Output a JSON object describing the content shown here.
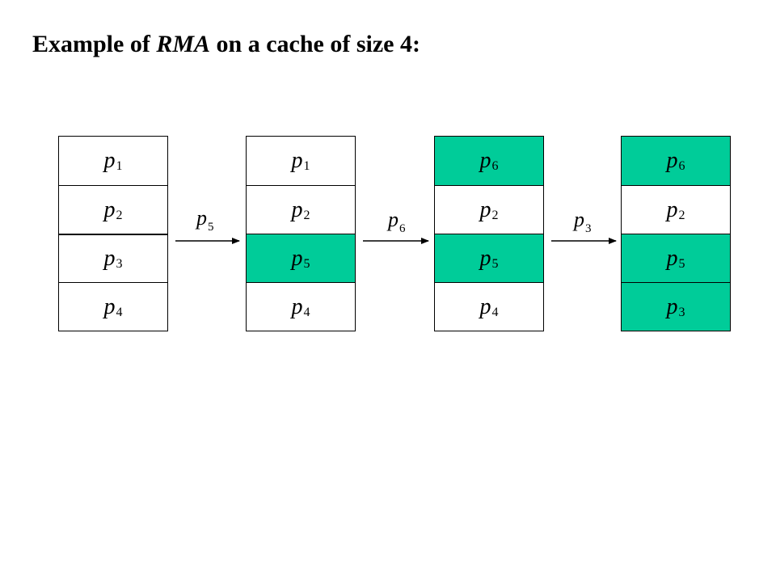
{
  "title": {
    "prefix": "Example of ",
    "algo": "RMA",
    "suffix": " on a cache of size 4:"
  },
  "colors": {
    "highlight": "#00cc99",
    "border": "#000000",
    "background": "#ffffff"
  },
  "caches": [
    {
      "slots": [
        {
          "base": "p",
          "sub": "1",
          "highlight": false
        },
        {
          "base": "p",
          "sub": "2",
          "highlight": false
        },
        {
          "base": "p",
          "sub": "3",
          "highlight": false
        },
        {
          "base": "p",
          "sub": "4",
          "highlight": false
        }
      ]
    },
    {
      "slots": [
        {
          "base": "p",
          "sub": "1",
          "highlight": false
        },
        {
          "base": "p",
          "sub": "2",
          "highlight": false
        },
        {
          "base": "p",
          "sub": "5",
          "highlight": true
        },
        {
          "base": "p",
          "sub": "4",
          "highlight": false
        }
      ]
    },
    {
      "slots": [
        {
          "base": "p",
          "sub": "6",
          "highlight": true
        },
        {
          "base": "p",
          "sub": "2",
          "highlight": false
        },
        {
          "base": "p",
          "sub": "5",
          "highlight": true
        },
        {
          "base": "p",
          "sub": "4",
          "highlight": false
        }
      ]
    },
    {
      "slots": [
        {
          "base": "p",
          "sub": "6",
          "highlight": true
        },
        {
          "base": "p",
          "sub": "2",
          "highlight": false
        },
        {
          "base": "p",
          "sub": "5",
          "highlight": true
        },
        {
          "base": "p",
          "sub": "3",
          "highlight": true
        }
      ]
    }
  ],
  "requests": [
    {
      "base": "p",
      "sub": "5"
    },
    {
      "base": "p",
      "sub": "6"
    },
    {
      "base": "p",
      "sub": "3"
    }
  ]
}
